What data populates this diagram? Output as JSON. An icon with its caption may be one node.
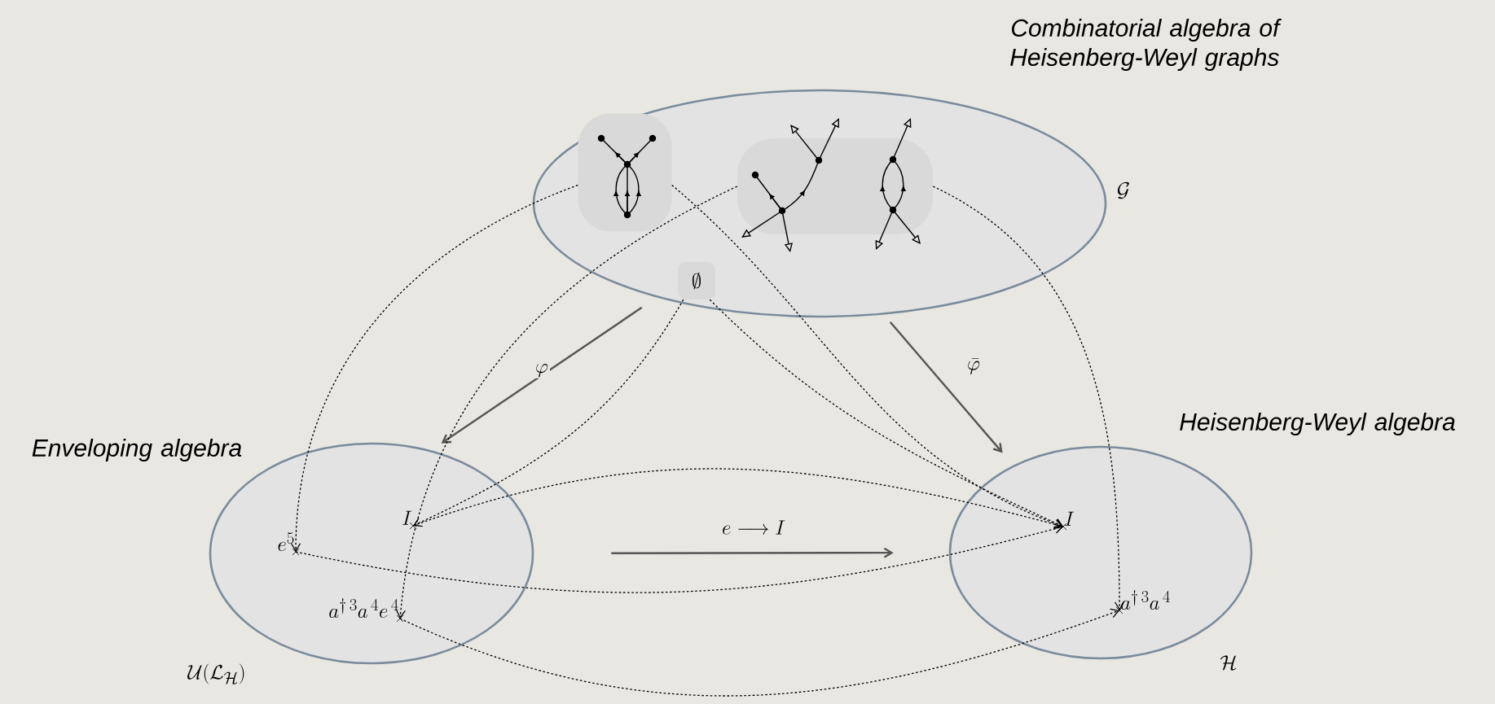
{
  "diagram": {
    "nodes": [
      {
        "text": [
          "Combinatorial algebra of Heisenberg-Weyl graphs",
          "\\mathcal{G}"
        ]
      },
      {
        "text": [],
        "shape": "picture",
        "in": 0
      },
      {
        "text": [],
        "shape": "picture",
        "in": 0
      },
      {
        "text": [
          "\\emptyset"
        ],
        "in": 0
      },
      {
        "text": [
          "Enveloping algebra",
          "\\mathcal{U}(\\mathcal{L}_\\mathcal{H})"
        ]
      },
      {
        "text": [
          "e^5"
        ],
        "in": 4
      },
      {
        "text": [
          "I"
        ],
        "in": 4
      },
      {
        "text": [
          "a^{\\dagger\\,3}a^{\\,4}e^{\\,4}"
        ],
        "in": 4
      },
      {
        "text": [
          "Heisenberg-Weyl algebra",
          "\\mathcal{H}"
        ]
      },
      {
        "text": [
          "I"
        ],
        "in": 8
      },
      {
        "text": [
          "a^{\\dagger\\,3}a^{\\,4}"
        ],
        "in": 8
      }
    ],
    "edges": [
      {
        "from": 0,
        "to": 4,
        "arrow": "to",
        "label": "\\varphi",
        "color": "#555555"
      },
      {
        "from": 0,
        "to": 8,
        "arrow": "to",
        "label": "\\bar{\\varphi}",
        "color": "#555555"
      },
      {
        "from": 4,
        "to": 8,
        "arrow": "to",
        "label": "e \\longrightarrow I",
        "color": "#555555"
      },
      {
        "from": 1,
        "to": 5,
        "arrow": "to",
        "style": "dashed"
      },
      {
        "from": 1,
        "to": 9,
        "arrow": "to",
        "style": "dashed"
      },
      {
        "from": 2,
        "to": 7,
        "arrow": "to",
        "style": "dashed"
      },
      {
        "from": 2,
        "to": 10,
        "arrow": "to",
        "style": "dashed"
      },
      {
        "from": 3,
        "to": 6,
        "arrow": "to",
        "style": "dashed"
      },
      {
        "from": 3,
        "to": 9,
        "arrow": "to",
        "style": "dashed"
      },
      {
        "from": 5,
        "to": 9,
        "arrow": "to",
        "style": "dashed"
      },
      {
        "from": 6,
        "to": 9,
        "arrow": "to",
        "style": "dashed"
      },
      {
        "from": 7,
        "to": 10,
        "arrow": "to",
        "style": "dashed"
      }
    ]
  }
}
